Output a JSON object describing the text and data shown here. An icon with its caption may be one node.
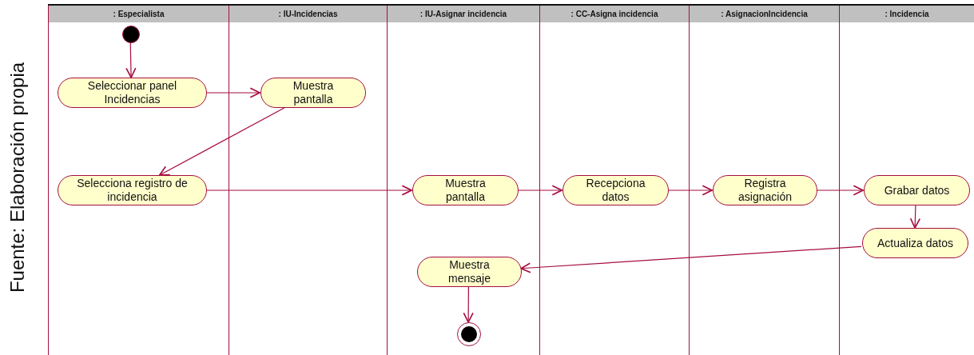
{
  "diagram": {
    "nodes": [
      {
        "text": [
          ": Especialista"
        ]
      },
      {
        "text": [
          ": IU-Incidencias"
        ]
      },
      {
        "text": [
          ": IU-Asignar incidencia"
        ]
      },
      {
        "text": [
          ": CC-Asigna incidencia"
        ]
      },
      {
        "text": [
          ": AsignacionIncidencia"
        ]
      },
      {
        "text": [
          ": Incidencia"
        ]
      },
      {
        "text": [],
        "shape": "circle",
        "in": 0
      },
      {
        "text": [
          "Seleccionar panel Incidencias"
        ],
        "in": 0
      },
      {
        "text": [
          "Muestra pantalla"
        ],
        "in": 1
      },
      {
        "text": [
          "Selecciona registro de incidencia"
        ],
        "in": 0
      },
      {
        "text": [
          "Muestra pantalla"
        ],
        "in": 2
      },
      {
        "text": [
          "Recepciona datos"
        ],
        "in": 3
      },
      {
        "text": [
          "Registra asignación"
        ],
        "in": 4
      },
      {
        "text": [
          "Grabar datos"
        ],
        "in": 5
      },
      {
        "text": [
          "Actualiza datos"
        ],
        "in": 5
      },
      {
        "text": [
          "Muestra mensaje"
        ],
        "in": 2
      },
      {
        "text": [],
        "shape": "circle",
        "in": 2
      }
    ],
    "edges": [
      {
        "from": 6,
        "to": 7,
        "arrow": "to"
      },
      {
        "from": 7,
        "to": 8,
        "arrow": "to"
      },
      {
        "from": 8,
        "to": 9,
        "arrow": "to"
      },
      {
        "from": 9,
        "to": 10,
        "arrow": "to"
      },
      {
        "from": 10,
        "to": 11,
        "arrow": "to"
      },
      {
        "from": 11,
        "to": 12,
        "arrow": "to"
      },
      {
        "from": 12,
        "to": 13,
        "arrow": "to"
      },
      {
        "from": 13,
        "to": 14,
        "arrow": "to"
      },
      {
        "from": 14,
        "to": 15,
        "arrow": "to"
      },
      {
        "from": 15,
        "to": 16,
        "arrow": "to"
      }
    ],
    "labels": [
      "Fuente: Elaboración propia"
    ]
  }
}
